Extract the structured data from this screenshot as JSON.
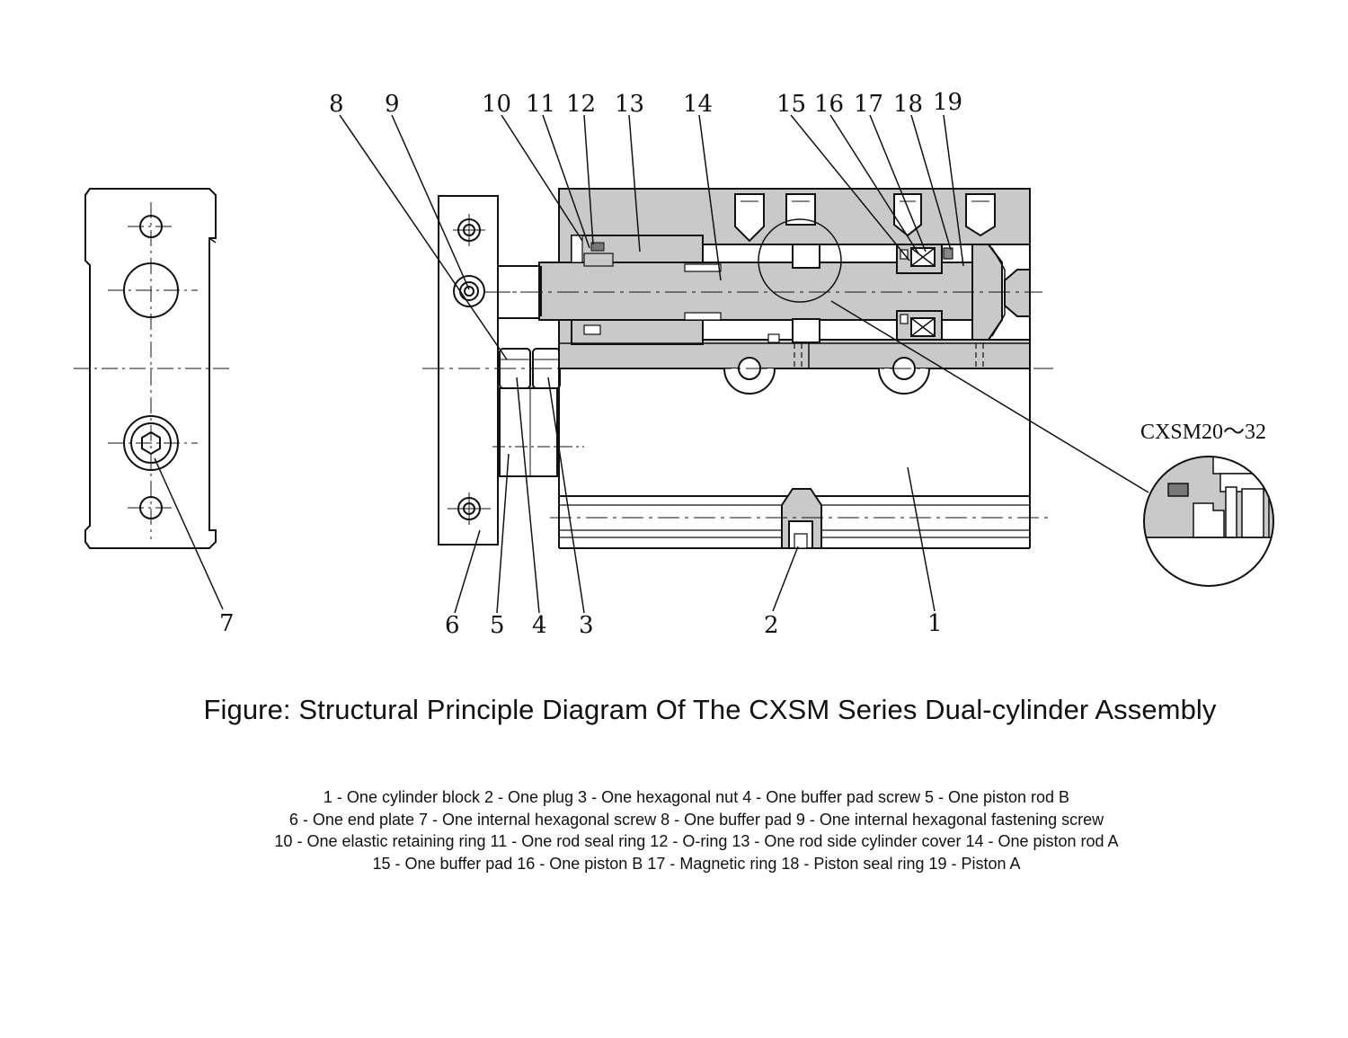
{
  "diagram": {
    "callouts": [
      "1",
      "2",
      "3",
      "4",
      "5",
      "6",
      "7",
      "8",
      "9",
      "10",
      "11",
      "12",
      "13",
      "14",
      "15",
      "16",
      "17",
      "18",
      "19"
    ],
    "detail_variant": "CXSM20～32"
  },
  "caption": "Figure: Structural Principle Diagram Of The CXSM Series Dual-cylinder Assembly",
  "legend": [
    "1 - One cylinder block 2 - One plug 3 - One hexagonal nut 4 - One buffer pad screw 5 - One piston rod B",
    "6 - One end plate 7 - One internal hexagonal screw 8 - One buffer pad 9 - One internal hexagonal fastening screw",
    "10 - One elastic retaining ring 11 - One rod seal ring 12 - O-ring 13 - One rod side cylinder cover 14 - One piston rod A",
    "15 - One buffer pad 16 - One piston B 17 - Magnetic ring 18 - Piston seal ring 19 - Piston A"
  ],
  "colors": {
    "hatch_fill": "#c9c9c9",
    "line": "#111111",
    "paper": "#ffffff"
  }
}
